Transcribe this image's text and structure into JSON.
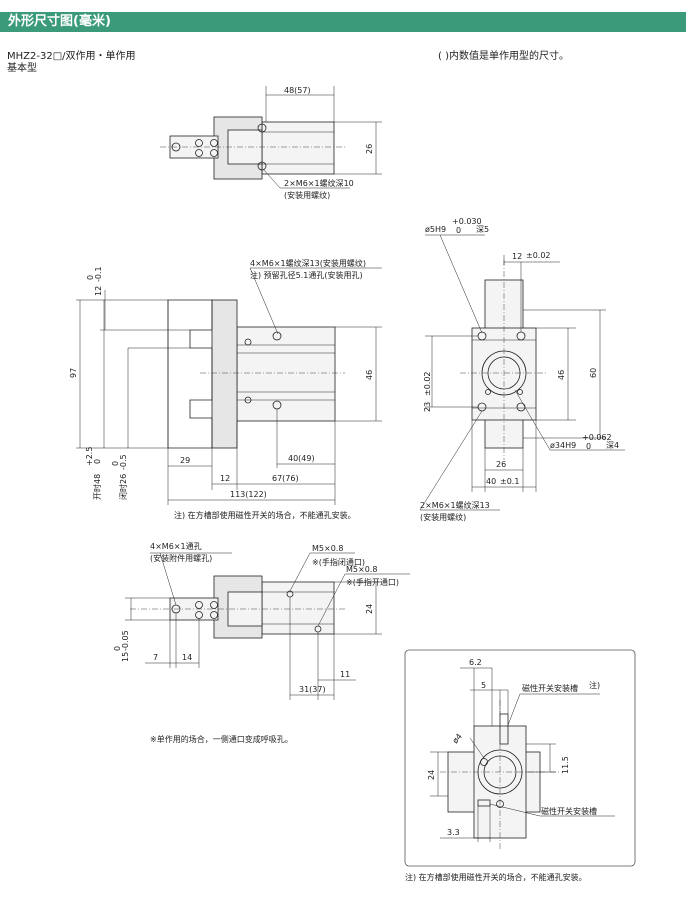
{
  "header": {
    "title": "外形尺寸图(毫米)"
  },
  "model": {
    "line1": "MHZ2-32□/双作用・单作用",
    "line2": "基本型"
  },
  "top_note": "( )内数值是单作用型的尺寸。",
  "top_view": {
    "dim_width": "48(57)",
    "dim_height": "26",
    "callout_1": "2×M6×1螺纹深10",
    "callout_2": "(安装用螺纹)"
  },
  "front_view": {
    "callout_1": "4×M6×1螺纹深13(安装用螺纹)",
    "callout_2": "注) 预留孔径5.1通孔(安装用孔)",
    "dim_12": "12",
    "dim_12_tol_upper": "0",
    "dim_12_tol_lower": "-0.1",
    "dim_97": "97",
    "dim_46": "46",
    "dim_open": "开时48",
    "dim_open_tol_upper": "+2.5",
    "dim_open_tol_lower": "0",
    "dim_closed": "闭时26",
    "dim_closed_tol_upper": "0",
    "dim_closed_tol_lower": "-0.5",
    "dim_29": "29",
    "dim_40": "40(49)",
    "dim_12b": "12",
    "dim_67": "67(76)",
    "dim_113": "113(122)",
    "note": "注) 在方槽部使用磁性开关的场合，不能通孔安装。"
  },
  "side_view": {
    "callout_top": "ø5H9",
    "callout_top_tol_upper": "+0.030",
    "callout_top_tol_lower": "0",
    "callout_top_depth": "深5",
    "dim_12": "12",
    "dim_12_tol": "±0.02",
    "dim_46": "46",
    "dim_60": "60",
    "dim_23": "23",
    "dim_23_tol": "±0.02",
    "callout_bore": "ø34H9",
    "callout_bore_tol_upper": "+0.062",
    "callout_bore_tol_lower": "0",
    "callout_bore_depth": "深4",
    "dim_26": "26",
    "dim_40": "40",
    "dim_40_tol": "±0.1",
    "callout_1": "2×M6×1螺纹深13",
    "callout_2": "(安装用螺纹)"
  },
  "bottom_view": {
    "callout_1": "4×M6×1通孔",
    "callout_2": "(安装附件用螺孔)",
    "port_1": "M5×0.8",
    "port_1_note": "※(手指闭通口)",
    "port_2": "M5×0.8",
    "port_2_note": "※(手指开通口)",
    "dim_24": "24",
    "dim_15": "15",
    "dim_15_tol_upper": "0",
    "dim_15_tol_lower": "-0.05",
    "dim_7": "7",
    "dim_14": "14",
    "dim_11": "11",
    "dim_31": "31(37)",
    "note": "※单作用的场合，一侧通口变成呼吸孔。"
  },
  "detail_view": {
    "dim_6_2": "6.2",
    "dim_5": "5",
    "label_slot_1": "磁性开关安装槽",
    "label_slot_1_note": "注)",
    "dim_phi4": "ø4",
    "dim_24": "24",
    "dim_11_5": "11.5",
    "dim_3_3": "3.3",
    "label_slot_2": "磁性开关安装槽",
    "note": "注) 在方槽部使用磁性开关的场合，不能通孔安装。"
  }
}
